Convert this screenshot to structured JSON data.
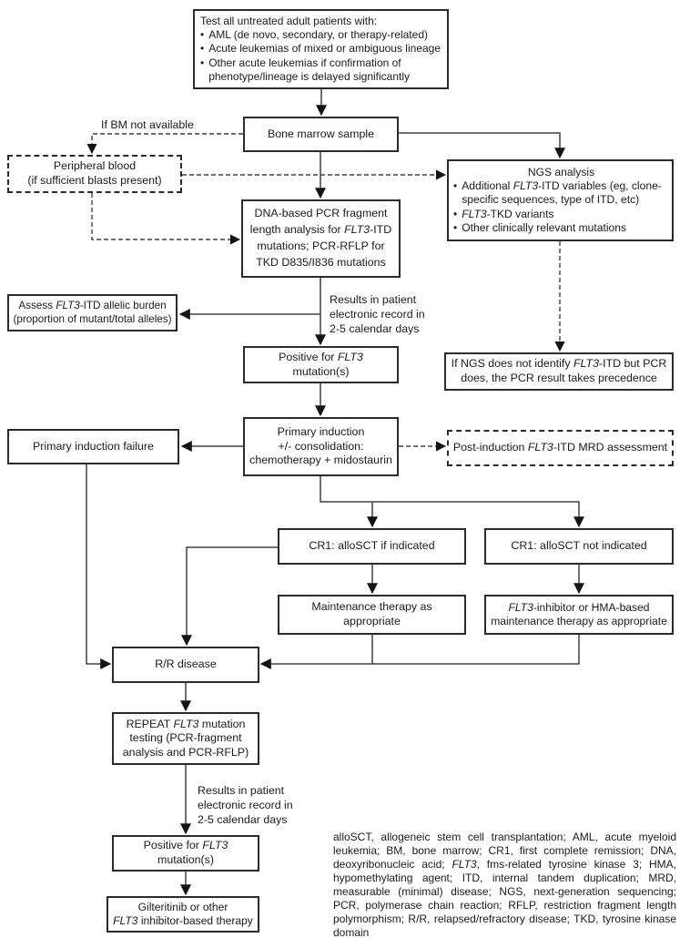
{
  "colors": {
    "background": "#ffffff",
    "box_border": "#2b2b2b",
    "connector_line": "#414141",
    "arrowhead": "#141414",
    "text": "#1b1b1b"
  },
  "boxes": {
    "test_all": {
      "title": "Test all untreated adult patients with:",
      "bullets": [
        "AML (de novo, secondary, or therapy-related)",
        "Acute leukemias of mixed or ambiguous lineage",
        "Other acute leukemias if confirmation of phenotype/lineage is delayed significantly"
      ]
    },
    "bone_marrow": {
      "label": "Bone marrow sample"
    },
    "peripheral_blood": {
      "lines": [
        "Peripheral blood",
        "(if sufficient blasts present)"
      ]
    },
    "ngs": {
      "title": "NGS analysis",
      "bullets": [
        "Additional *FLT3*-ITD variables (eg, clone-specific sequences, type of ITD, etc)",
        "*FLT3*-TKD variants",
        "Other clinically relevant mutations"
      ]
    },
    "pcr": {
      "lines": [
        "DNA-based PCR fragment",
        "length analysis for *FLT3*-ITD",
        "mutations; PCR-RFLP for",
        "TKD D835/I836 mutations"
      ]
    },
    "assess_burden": {
      "lines": [
        "Assess *FLT3*-ITD allelic burden",
        "(proportion of mutant/total alleles)"
      ]
    },
    "positive1": {
      "lines": [
        "Positive for *FLT3*",
        "mutation(s)"
      ]
    },
    "ngs_precedence": {
      "lines": [
        "If NGS does not identify *FLT3*-ITD but PCR",
        "does, the PCR result takes precedence"
      ]
    },
    "induction_failure": {
      "label": "Primary induction failure"
    },
    "induction": {
      "lines": [
        "Primary induction",
        "+/- consolidation:",
        "chemotherapy + midostaurin"
      ]
    },
    "mrd": {
      "label": "Post-induction *FLT3*-ITD MRD assessment"
    },
    "cr1_allosct": {
      "label": "CR1: alloSCT if indicated"
    },
    "cr1_not_indicated": {
      "label": "CR1: alloSCT not indicated"
    },
    "maintenance": {
      "lines": [
        "Maintenance therapy as",
        "appropriate"
      ]
    },
    "flt3_maintenance": {
      "lines": [
        "*FLT3*-inhibitor or HMA-based",
        "maintenance therapy as appropriate"
      ]
    },
    "rr_disease": {
      "label": "R/R disease"
    },
    "repeat_testing": {
      "lines": [
        "REPEAT *FLT3* mutation",
        "testing (PCR-fragment",
        "analysis and PCR-RFLP)"
      ]
    },
    "positive2": {
      "lines": [
        "Positive for *FLT3*",
        "mutation(s)"
      ]
    },
    "gilteritinib": {
      "lines": [
        "Gilteritinib or other",
        "*FLT3* inhibitor-based therapy"
      ]
    }
  },
  "labels": {
    "if_bm": "If BM not available",
    "results_record": {
      "lines": [
        "Results in patient",
        "electronic record in",
        "2-5 calendar days"
      ]
    }
  },
  "footnote": "alloSCT, allogeneic stem cell transplantation; AML, acute myeloid leukemia; BM, bone marrow; CR1, first complete remission; DNA, deoxyribonucleic acid; *FLT3*, fms-related tyrosine kinase 3; HMA, hypomethylating agent; ITD, internal tandem duplication; MRD, measurable (minimal) disease; NGS, next-generation sequencing; PCR, polymerase chain reaction; RFLP, restriction fragment length polymorphism; R/R, relapsed/refractory disease; TKD, tyrosine kinase domain"
}
